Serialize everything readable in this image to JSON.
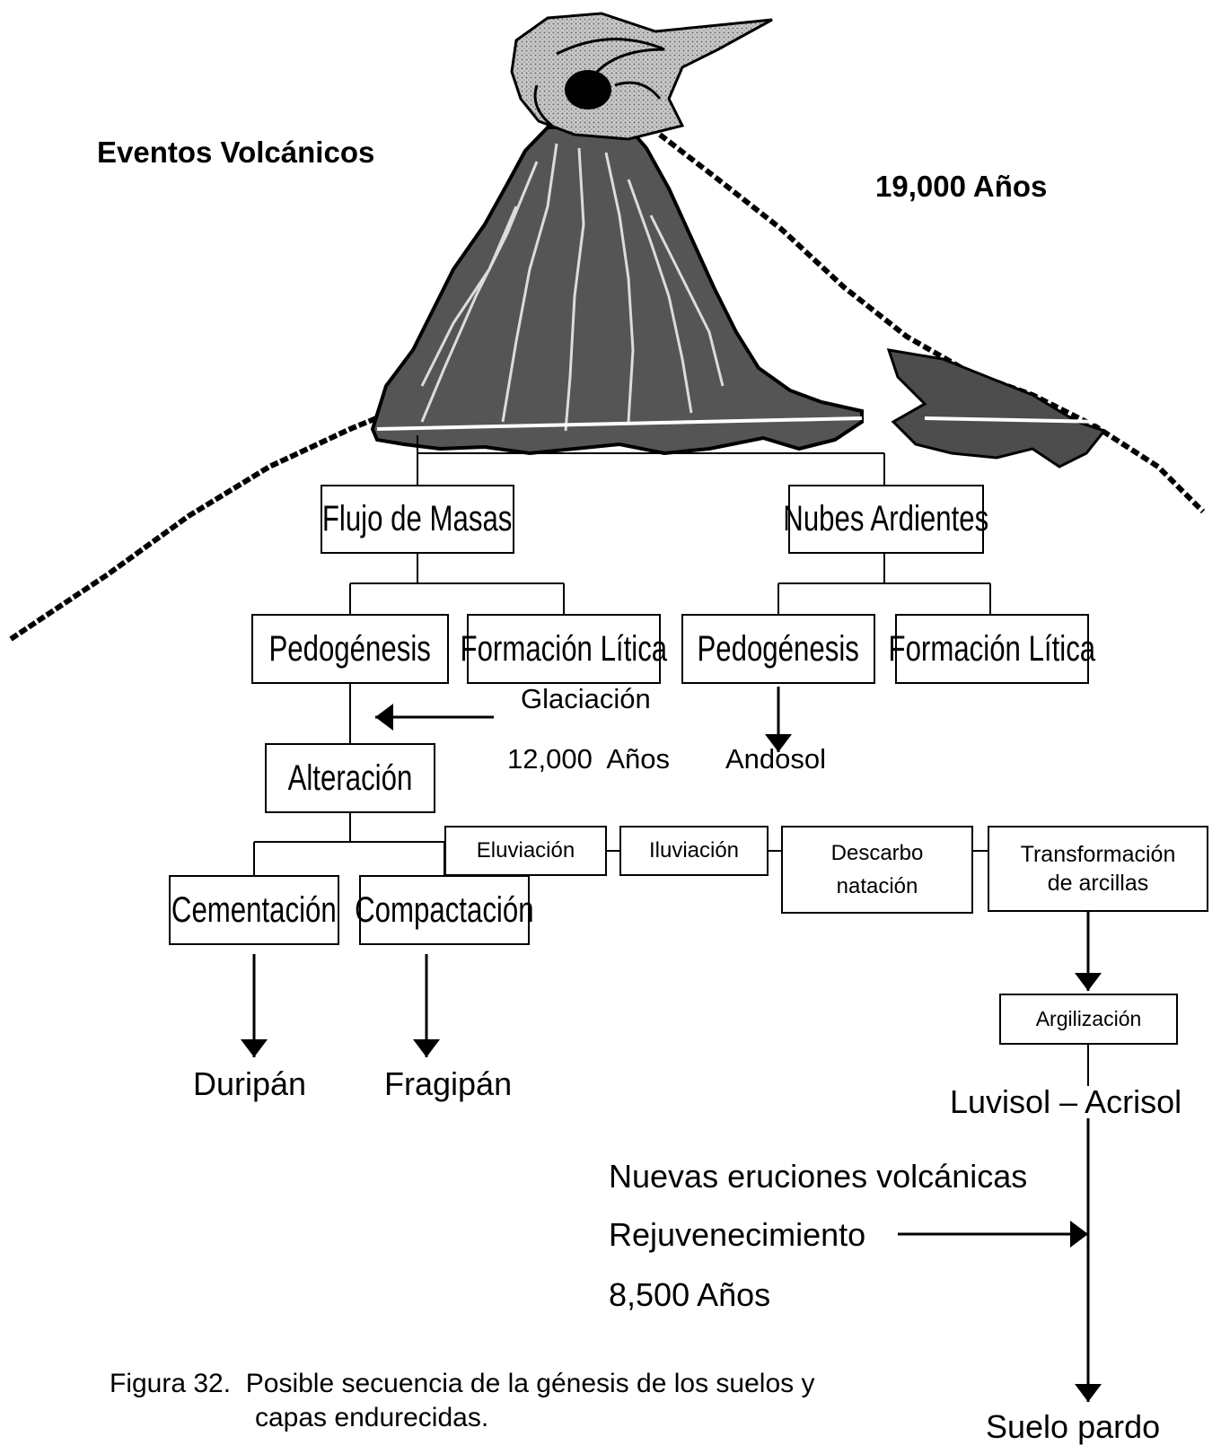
{
  "header": {
    "left_title": "Eventos Volcánicos",
    "right_age": "19,000 Años"
  },
  "boxes": {
    "flujo": "Flujo de Masas",
    "nubes": "Nubes Ardientes",
    "pedo_left": "Pedogénesis",
    "lit_left": "Formación Lítica",
    "pedo_right": "Pedogénesis",
    "lit_right": "Formación Lítica",
    "alteracion": "Alteración",
    "cementacion": "Cementación",
    "compactacion": "Compactación",
    "eluviacion": "Eluviación",
    "iluviacion": "Iluviación",
    "descarbo_1": "Descarbo",
    "descarbo_2": "natación",
    "transf_1": "Transformación",
    "transf_2": "de arcillas",
    "argilizacion": "Argilización"
  },
  "labels": {
    "glaciacion": "Glaciación",
    "age_12000": "12,000  Años",
    "andosol": "Andosol",
    "duripan": "Duripán",
    "fragipan": "Fragipán",
    "luvisol": "Luvisol – Acrisol",
    "nuevas": "Nuevas eruciones volcánicas",
    "rejuv": "Rejuvenecimiento",
    "age_8500": "8,500 Años",
    "suelo_pardo": "Suelo pardo"
  },
  "caption": {
    "line1": "Figura 32.  Posible secuencia de la génesis de los suelos y",
    "line2": "capas endurecidas."
  }
}
